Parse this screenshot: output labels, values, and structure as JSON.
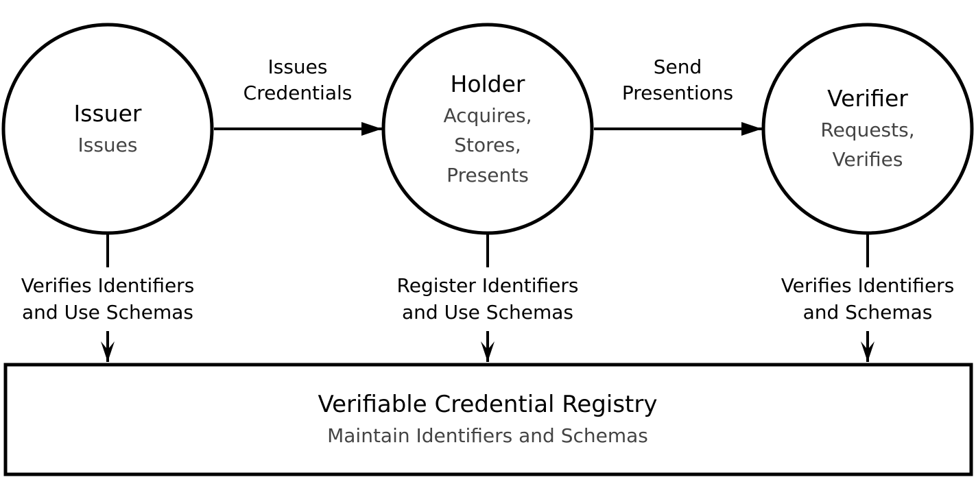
{
  "nodes": {
    "issuer": {
      "title": "Issuer",
      "lines": [
        "Issues"
      ]
    },
    "holder": {
      "title": "Holder",
      "lines": [
        "Acquires,",
        "Stores,",
        "Presents"
      ]
    },
    "verifier": {
      "title": "Verifier",
      "lines": [
        "Requests,",
        "Verifies"
      ]
    }
  },
  "edges": {
    "issuer_holder": [
      "Issues",
      "Credentials"
    ],
    "holder_verifier": [
      "Send",
      "Presentions"
    ],
    "issuer_registry": [
      "Verifies Identifiers",
      "and Use Schemas"
    ],
    "holder_registry": [
      "Register Identifiers",
      "and Use Schemas"
    ],
    "verifier_registry": [
      "Verifies Identifiers",
      "and Schemas"
    ]
  },
  "registry": {
    "title": "Verifiable Credential Registry",
    "subtitle": "Maintain Identifiers and Schemas"
  }
}
